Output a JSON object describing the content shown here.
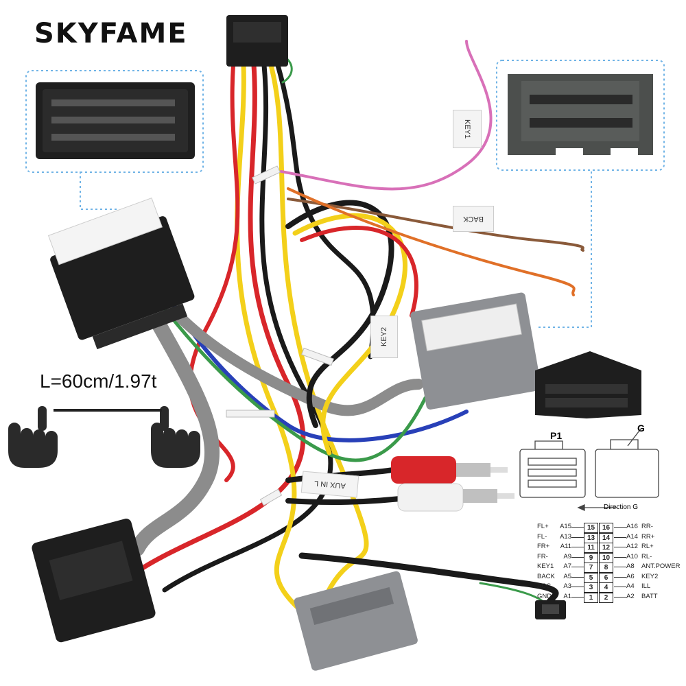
{
  "brand": "SKYFAME",
  "watermark": "SKYFAME",
  "length": "L=60cm/1.97t",
  "wire_tags": {
    "key1": "KEY1",
    "back": "BACK",
    "key2": "KEY2",
    "aux": "AUX IN L"
  },
  "connector_labels": {
    "p1": "P1",
    "g": "G",
    "direction": "Direction G"
  },
  "pins": [
    {
      "l": "FL+",
      "la": "A15",
      "n1": "15",
      "n2": "16",
      "ra": "A16",
      "rl": "RR-"
    },
    {
      "l": "FL-",
      "la": "A13",
      "n1": "13",
      "n2": "14",
      "ra": "A14",
      "rl": "RR+"
    },
    {
      "l": "FR+",
      "la": "A11",
      "n1": "11",
      "n2": "12",
      "ra": "A12",
      "rl": "RL+"
    },
    {
      "l": "FR-",
      "la": "A9",
      "n1": "9",
      "n2": "10",
      "ra": "A10",
      "rl": "RL-"
    },
    {
      "l": "KEY1",
      "la": "A7",
      "n1": "7",
      "n2": "8",
      "ra": "A8",
      "rl": "ANT.POWER"
    },
    {
      "l": "BACK",
      "la": "A5",
      "n1": "5",
      "n2": "6",
      "ra": "A6",
      "rl": "KEY2"
    },
    {
      "l": "ACC",
      "la": "A3",
      "n1": "3",
      "n2": "4",
      "ra": "A4",
      "rl": "ILL"
    },
    {
      "l": "GND",
      "la": "A1",
      "n1": "1",
      "n2": "2",
      "ra": "A2",
      "rl": "BATT"
    }
  ],
  "colors": {
    "red": "#d8262a",
    "yellow": "#f3d01a",
    "black": "#1a1a1a",
    "gray": "#8c8c8c",
    "blue": "#2840b8",
    "green": "#3a9a4a",
    "orange": "#e07028",
    "pink": "#d870b8",
    "brown": "#8a5a3a",
    "connector_gray": "#8e9094",
    "connector_black": "#1e1e1e"
  }
}
